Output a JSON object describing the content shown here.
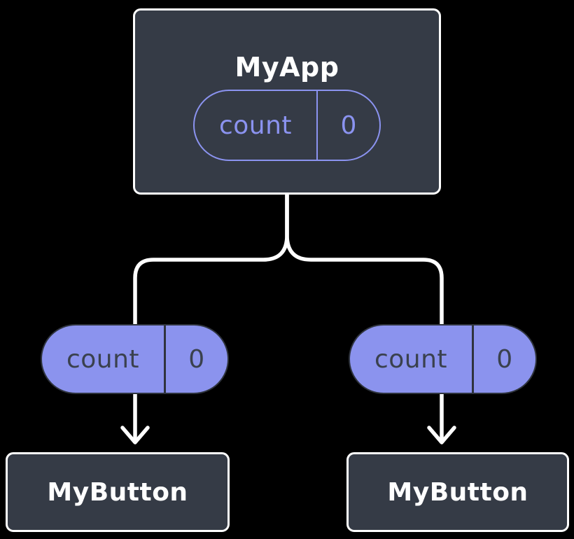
{
  "diagram": {
    "root": {
      "title": "MyApp",
      "state": {
        "name": "count",
        "value": "0"
      }
    },
    "children": [
      {
        "title": "MyButton",
        "prop": {
          "name": "count",
          "value": "0"
        }
      },
      {
        "title": "MyButton",
        "prop": {
          "name": "count",
          "value": "0"
        }
      }
    ]
  },
  "colors": {
    "background": "#000000",
    "node_fill": "#353b46",
    "node_border": "#ffffff",
    "pill_purple": "#8b93ee",
    "pill_outline": "#8b93f0",
    "pill_dark_border": "#2f343e",
    "pill_text_dark": "#3a414e",
    "connector": "#ffffff"
  }
}
